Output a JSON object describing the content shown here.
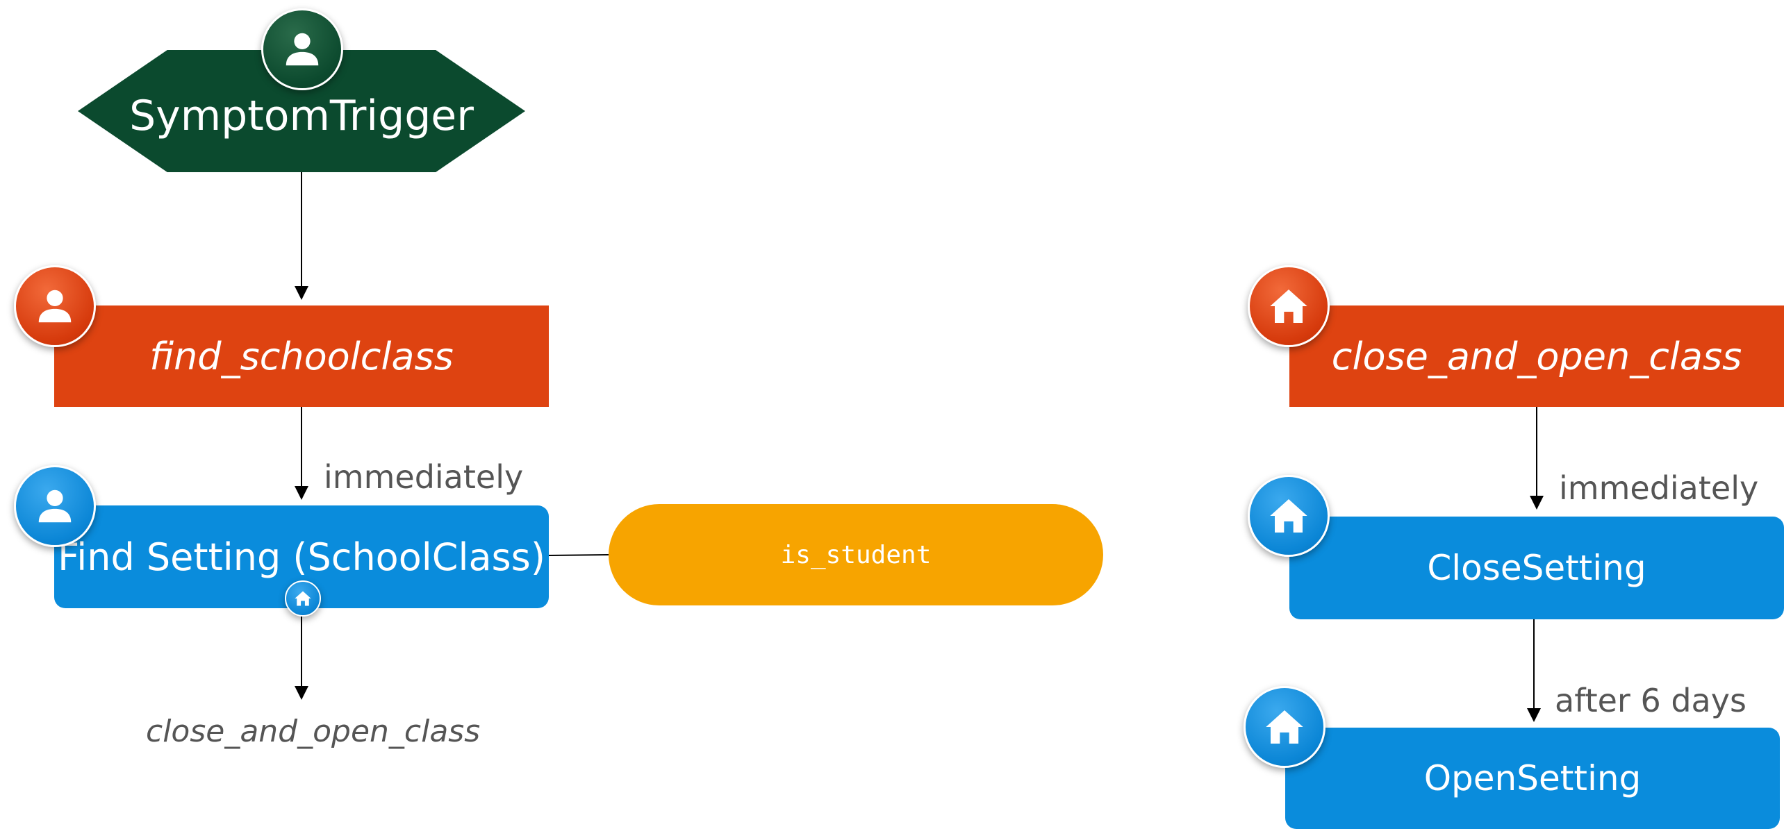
{
  "nodes": {
    "trigger": {
      "label": "SymptomTrigger",
      "icon": "person-icon",
      "color": "#0B4A2E"
    },
    "find_schoolclass": {
      "label": "find_schoolclass",
      "icon": "person-icon",
      "color": "#DE4311"
    },
    "find_setting": {
      "label": "Find Setting (SchoolClass)",
      "icon": "person-icon",
      "sub_icon": "house-icon",
      "color": "#0A8CDC"
    },
    "is_student": {
      "label": "is_student",
      "color": "#F7A400"
    },
    "close_and_open_class": {
      "label": "close_and_open_class",
      "icon": "house-icon",
      "color": "#DE4311"
    },
    "close_setting": {
      "label": "CloseSetting",
      "icon": "house-icon",
      "color": "#0A8CDC"
    },
    "open_setting": {
      "label": "OpenSetting",
      "icon": "house-icon",
      "color": "#0A8CDC"
    }
  },
  "edges": {
    "find_to_setting": "immediately",
    "close_to_closesetting": "immediately",
    "closesetting_to_opensetting": "after 6 days"
  },
  "next_ref": "close_and_open_class"
}
